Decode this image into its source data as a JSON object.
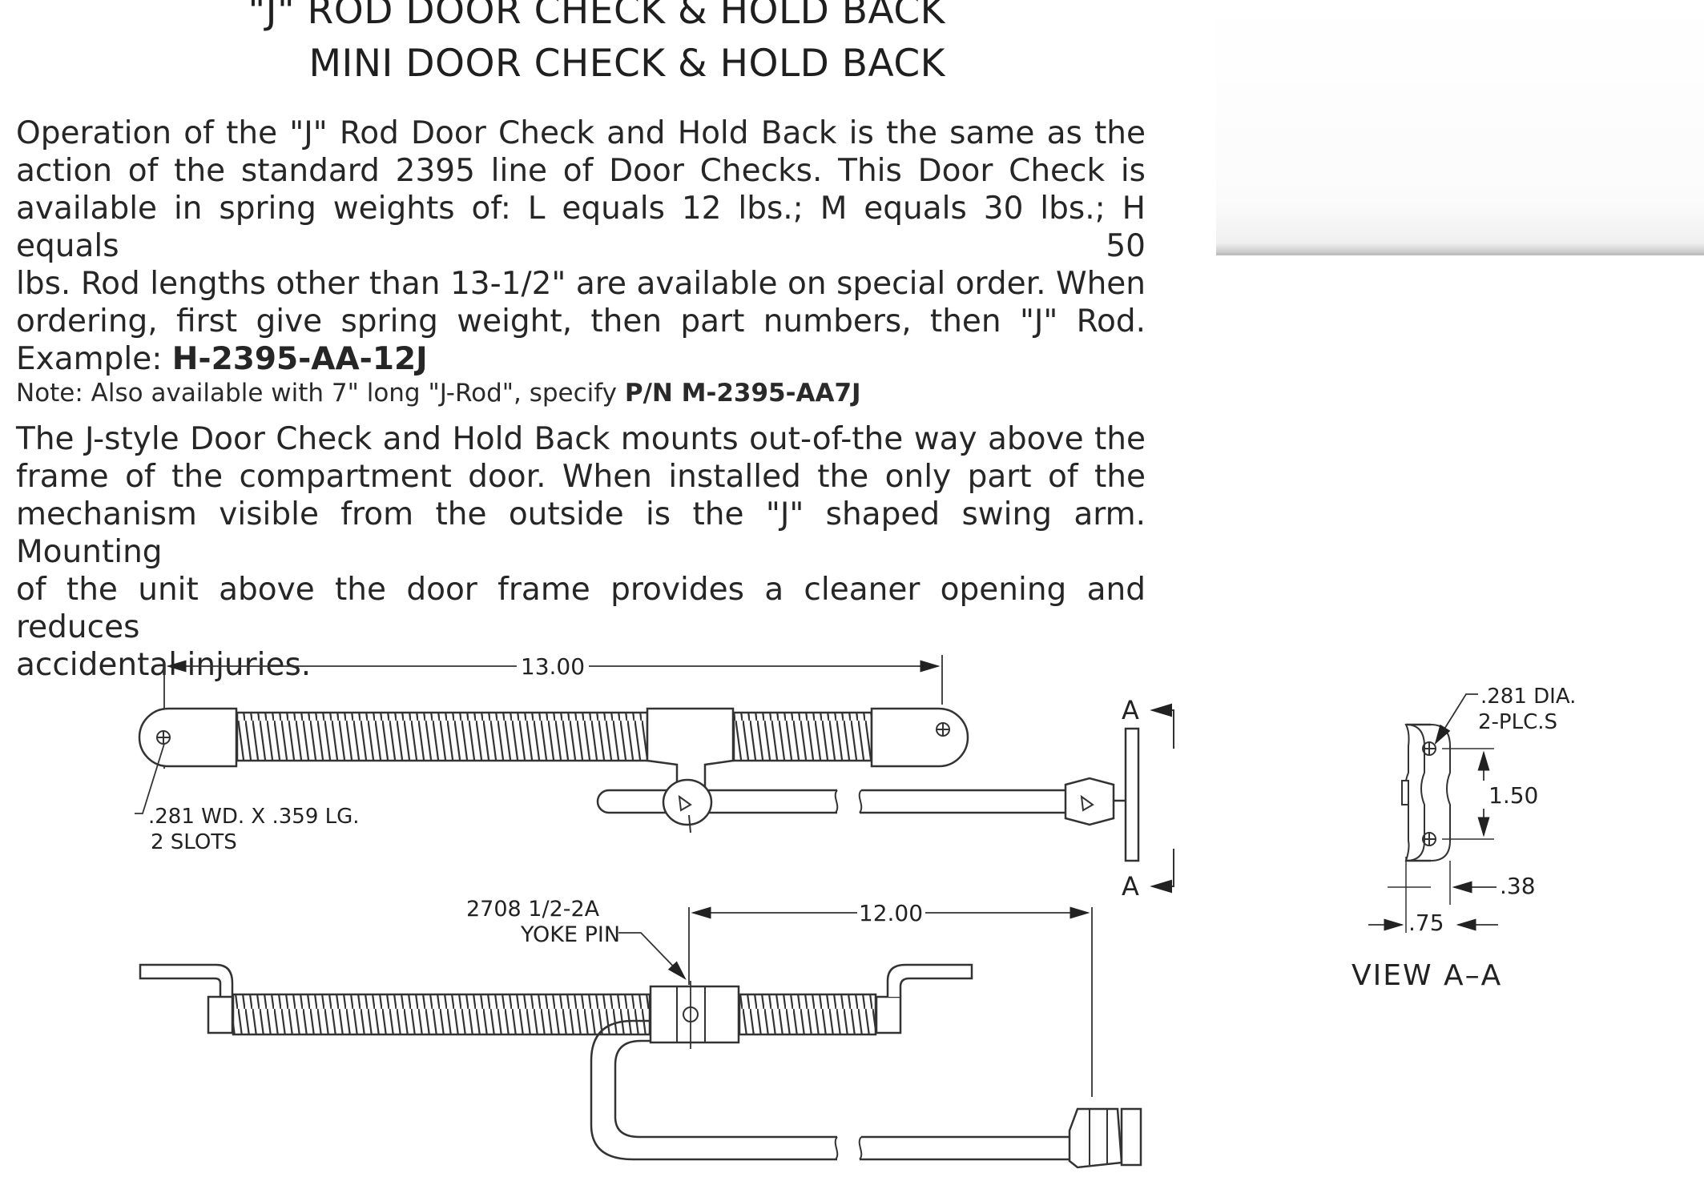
{
  "heading": {
    "line1": "\"J\" ROD DOOR CHECK & HOLD BACK",
    "line2": "MINI DOOR CHECK & HOLD BACK"
  },
  "description": {
    "line1": "Operation of the \"J\" Rod Door Check and Hold Back is the same as the",
    "line2": "action of the standard 2395 line of Door Checks. This Door Check is",
    "line3": "available in spring weights of: L equals 12 lbs.; M equals 30 lbs.; H equals 50",
    "line4": "lbs. Rod lengths other than 13-1/2\" are available on special order. When",
    "line5": "ordering, first give spring weight, then part numbers, then \"J\" Rod.",
    "example_label": "Example:",
    "example_part": "H-2395-AA-12J"
  },
  "note": {
    "text": "Note: Also available with 7\" long \"J-Rod\", specify",
    "part": "P/N M-2395-AA7J"
  },
  "mounting": {
    "line1": "The J-style Door Check and Hold Back mounts out-of-the way above the",
    "line2": "frame of the compartment door. When installed the only part of the",
    "line3": "mechanism visible from the outside is the \"J\" shaped swing arm. Mounting",
    "line4": "of the unit above the door frame provides a cleaner opening and reduces",
    "line5": "accidental injuries."
  },
  "drawing": {
    "overall_length": "13.00",
    "slot_spec_line1": ".281 WD. X .359 LG.",
    "slot_spec_line2": "2 SLOTS",
    "section_mark_top": "A",
    "section_mark_bottom": "A",
    "pin_part": "2708 1/2-2A",
    "pin_name": "YOKE PIN",
    "rod_length": "12.00",
    "hole_dia": ".281 DIA.",
    "hole_count": "2-PLC.S",
    "hole_spacing": "1.50",
    "edge_offset": ".38",
    "plate_width": ".75",
    "view_label": "VIEW A–A"
  }
}
